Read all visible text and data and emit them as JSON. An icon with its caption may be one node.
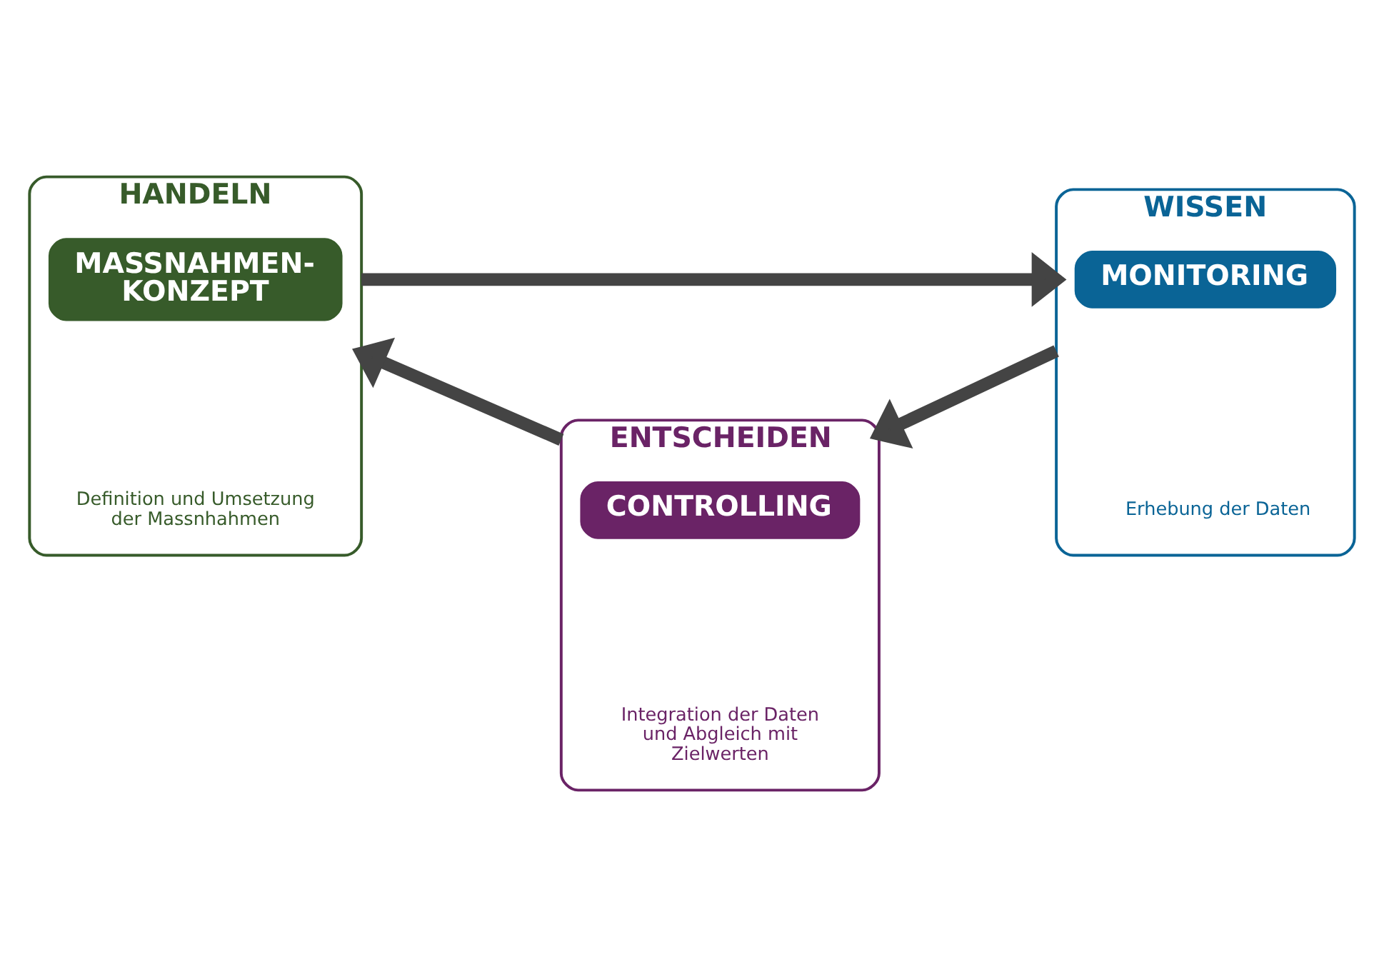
{
  "diagram": {
    "nodes": [
      {
        "text": [
          "HANDELN",
          "Definition und Umsetzung der Massnhahmen"
        ]
      },
      {
        "text": [
          "MASSNAHMEN-KONZEPT"
        ],
        "in": 0
      },
      {
        "text": [
          "WISSEN",
          "Erhebung der Daten"
        ]
      },
      {
        "text": [
          "MONITORING"
        ],
        "in": 2
      },
      {
        "text": [
          "ENTSCHEIDEN",
          "Integration der Daten und Abgleich mit Zielwerten"
        ]
      },
      {
        "text": [
          "CONTROLLING"
        ],
        "in": 4
      }
    ],
    "edges": [
      {
        "from": 0,
        "to": 2,
        "arrow": "to"
      },
      {
        "from": 2,
        "to": 4,
        "arrow": "to"
      },
      {
        "from": 4,
        "to": 0,
        "arrow": "to"
      }
    ]
  }
}
